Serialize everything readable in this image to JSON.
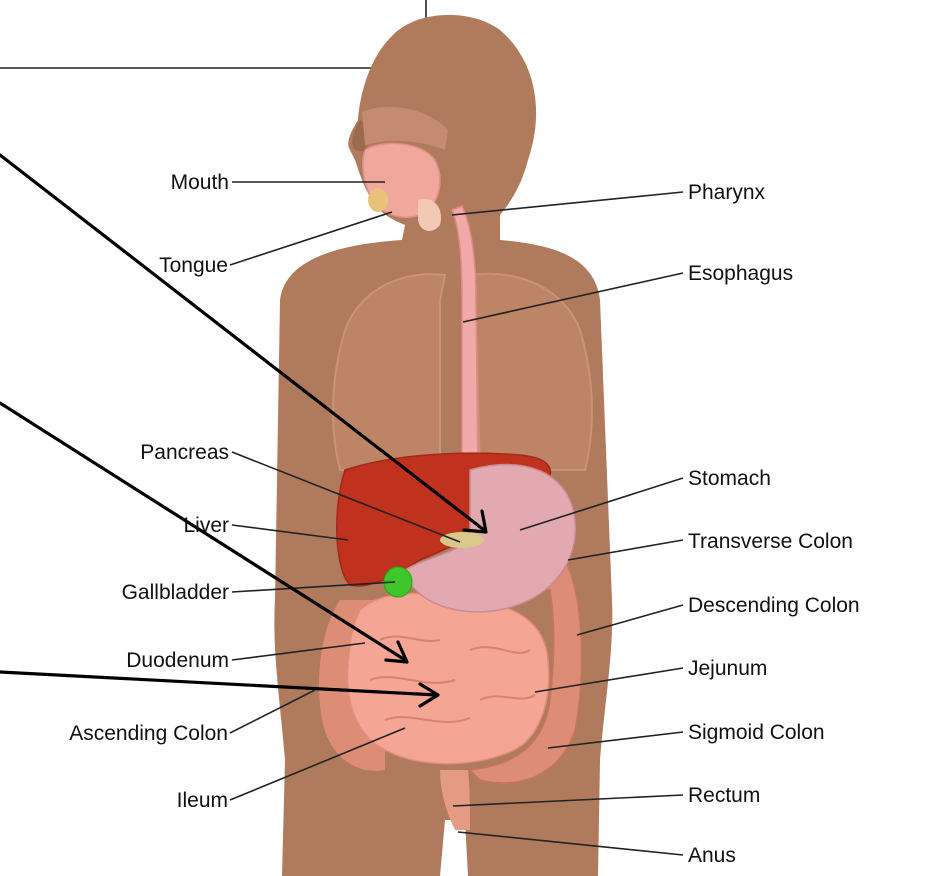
{
  "diagram": {
    "labels": {
      "mouth": "Mouth",
      "tongue": "Tongue",
      "pharynx": "Pharynx",
      "esophagus": "Esophagus",
      "pancreas": "Pancreas",
      "liver": "Liver",
      "gallbladder": "Gallbladder",
      "duodenum": "Duodenum",
      "ascending_colon": "Ascending Colon",
      "ileum": "Ileum",
      "stomach": "Stomach",
      "transverse_colon": "Transverse Colon",
      "descending_colon": "Descending Colon",
      "jejunum": "Jejunum",
      "sigmoid_colon": "Sigmoid Colon",
      "rectum": "Rectum",
      "anus": "Anus"
    },
    "colors": {
      "skin": "#b07a5c",
      "skin_dark": "#9c6a4e",
      "lung": "#c08a6c",
      "liver": "#c0311e",
      "stomach": "#e3a9b0",
      "intestine": "#f2a08f",
      "colon": "#dd8d76",
      "gallbladder": "#3fc62b",
      "pancreas": "#d8c98a",
      "esophagus": "#f0a8a8"
    }
  }
}
